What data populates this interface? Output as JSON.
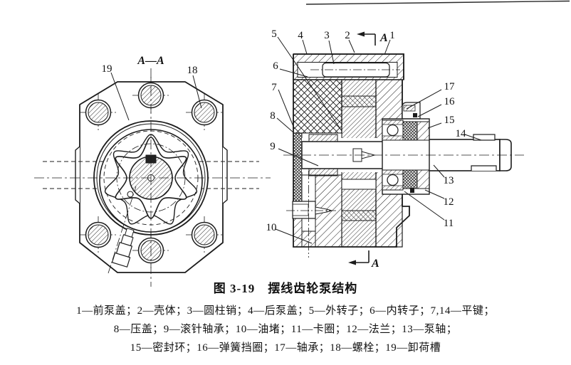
{
  "caption": {
    "title": "图 3-19　摆线齿轮泵结构",
    "legend_lines": [
      "1—前泵盖；2—壳体；3—圆柱销；4—后泵盖；5—外转子；6—内转子；7,14—平键；",
      "8—压盖；9—滚针轴承；10—油堵；11—卡圈；12—法兰；13—泵轴；",
      "15—密封环；16—弹簧挡圈；17—轴承；18—螺栓；19—卸荷槽"
    ],
    "parts": [
      {
        "num": "1",
        "name": "前泵盖"
      },
      {
        "num": "2",
        "name": "壳体"
      },
      {
        "num": "3",
        "name": "圆柱销"
      },
      {
        "num": "4",
        "name": "后泵盖"
      },
      {
        "num": "5",
        "name": "外转子"
      },
      {
        "num": "6",
        "name": "内转子"
      },
      {
        "num": "7,14",
        "name": "平键"
      },
      {
        "num": "8",
        "name": "压盖"
      },
      {
        "num": "9",
        "name": "滚针轴承"
      },
      {
        "num": "10",
        "name": "油堵"
      },
      {
        "num": "11",
        "name": "卡圈"
      },
      {
        "num": "12",
        "name": "法兰"
      },
      {
        "num": "13",
        "name": "泵轴"
      },
      {
        "num": "15",
        "name": "密封环"
      },
      {
        "num": "16",
        "name": "弹簧挡圈"
      },
      {
        "num": "17",
        "name": "轴承"
      },
      {
        "num": "18",
        "name": "螺栓"
      },
      {
        "num": "19",
        "name": "卸荷槽"
      }
    ]
  },
  "left_view": {
    "section_label": "A—A",
    "callouts": {
      "c18": "18",
      "c19": "19"
    }
  },
  "right_view": {
    "section_marker": "A",
    "callouts": {
      "c1": "1",
      "c2": "2",
      "c3": "3",
      "c4": "4",
      "c5": "5",
      "c6": "6",
      "c7": "7",
      "c8": "8",
      "c9": "9",
      "c10": "10",
      "c11": "11",
      "c12": "12",
      "c13": "13",
      "c14": "14",
      "c15": "15",
      "c16": "16",
      "c17": "17"
    }
  },
  "colors": {
    "ink": "#1c1c1c",
    "paper": "#ffffff"
  }
}
